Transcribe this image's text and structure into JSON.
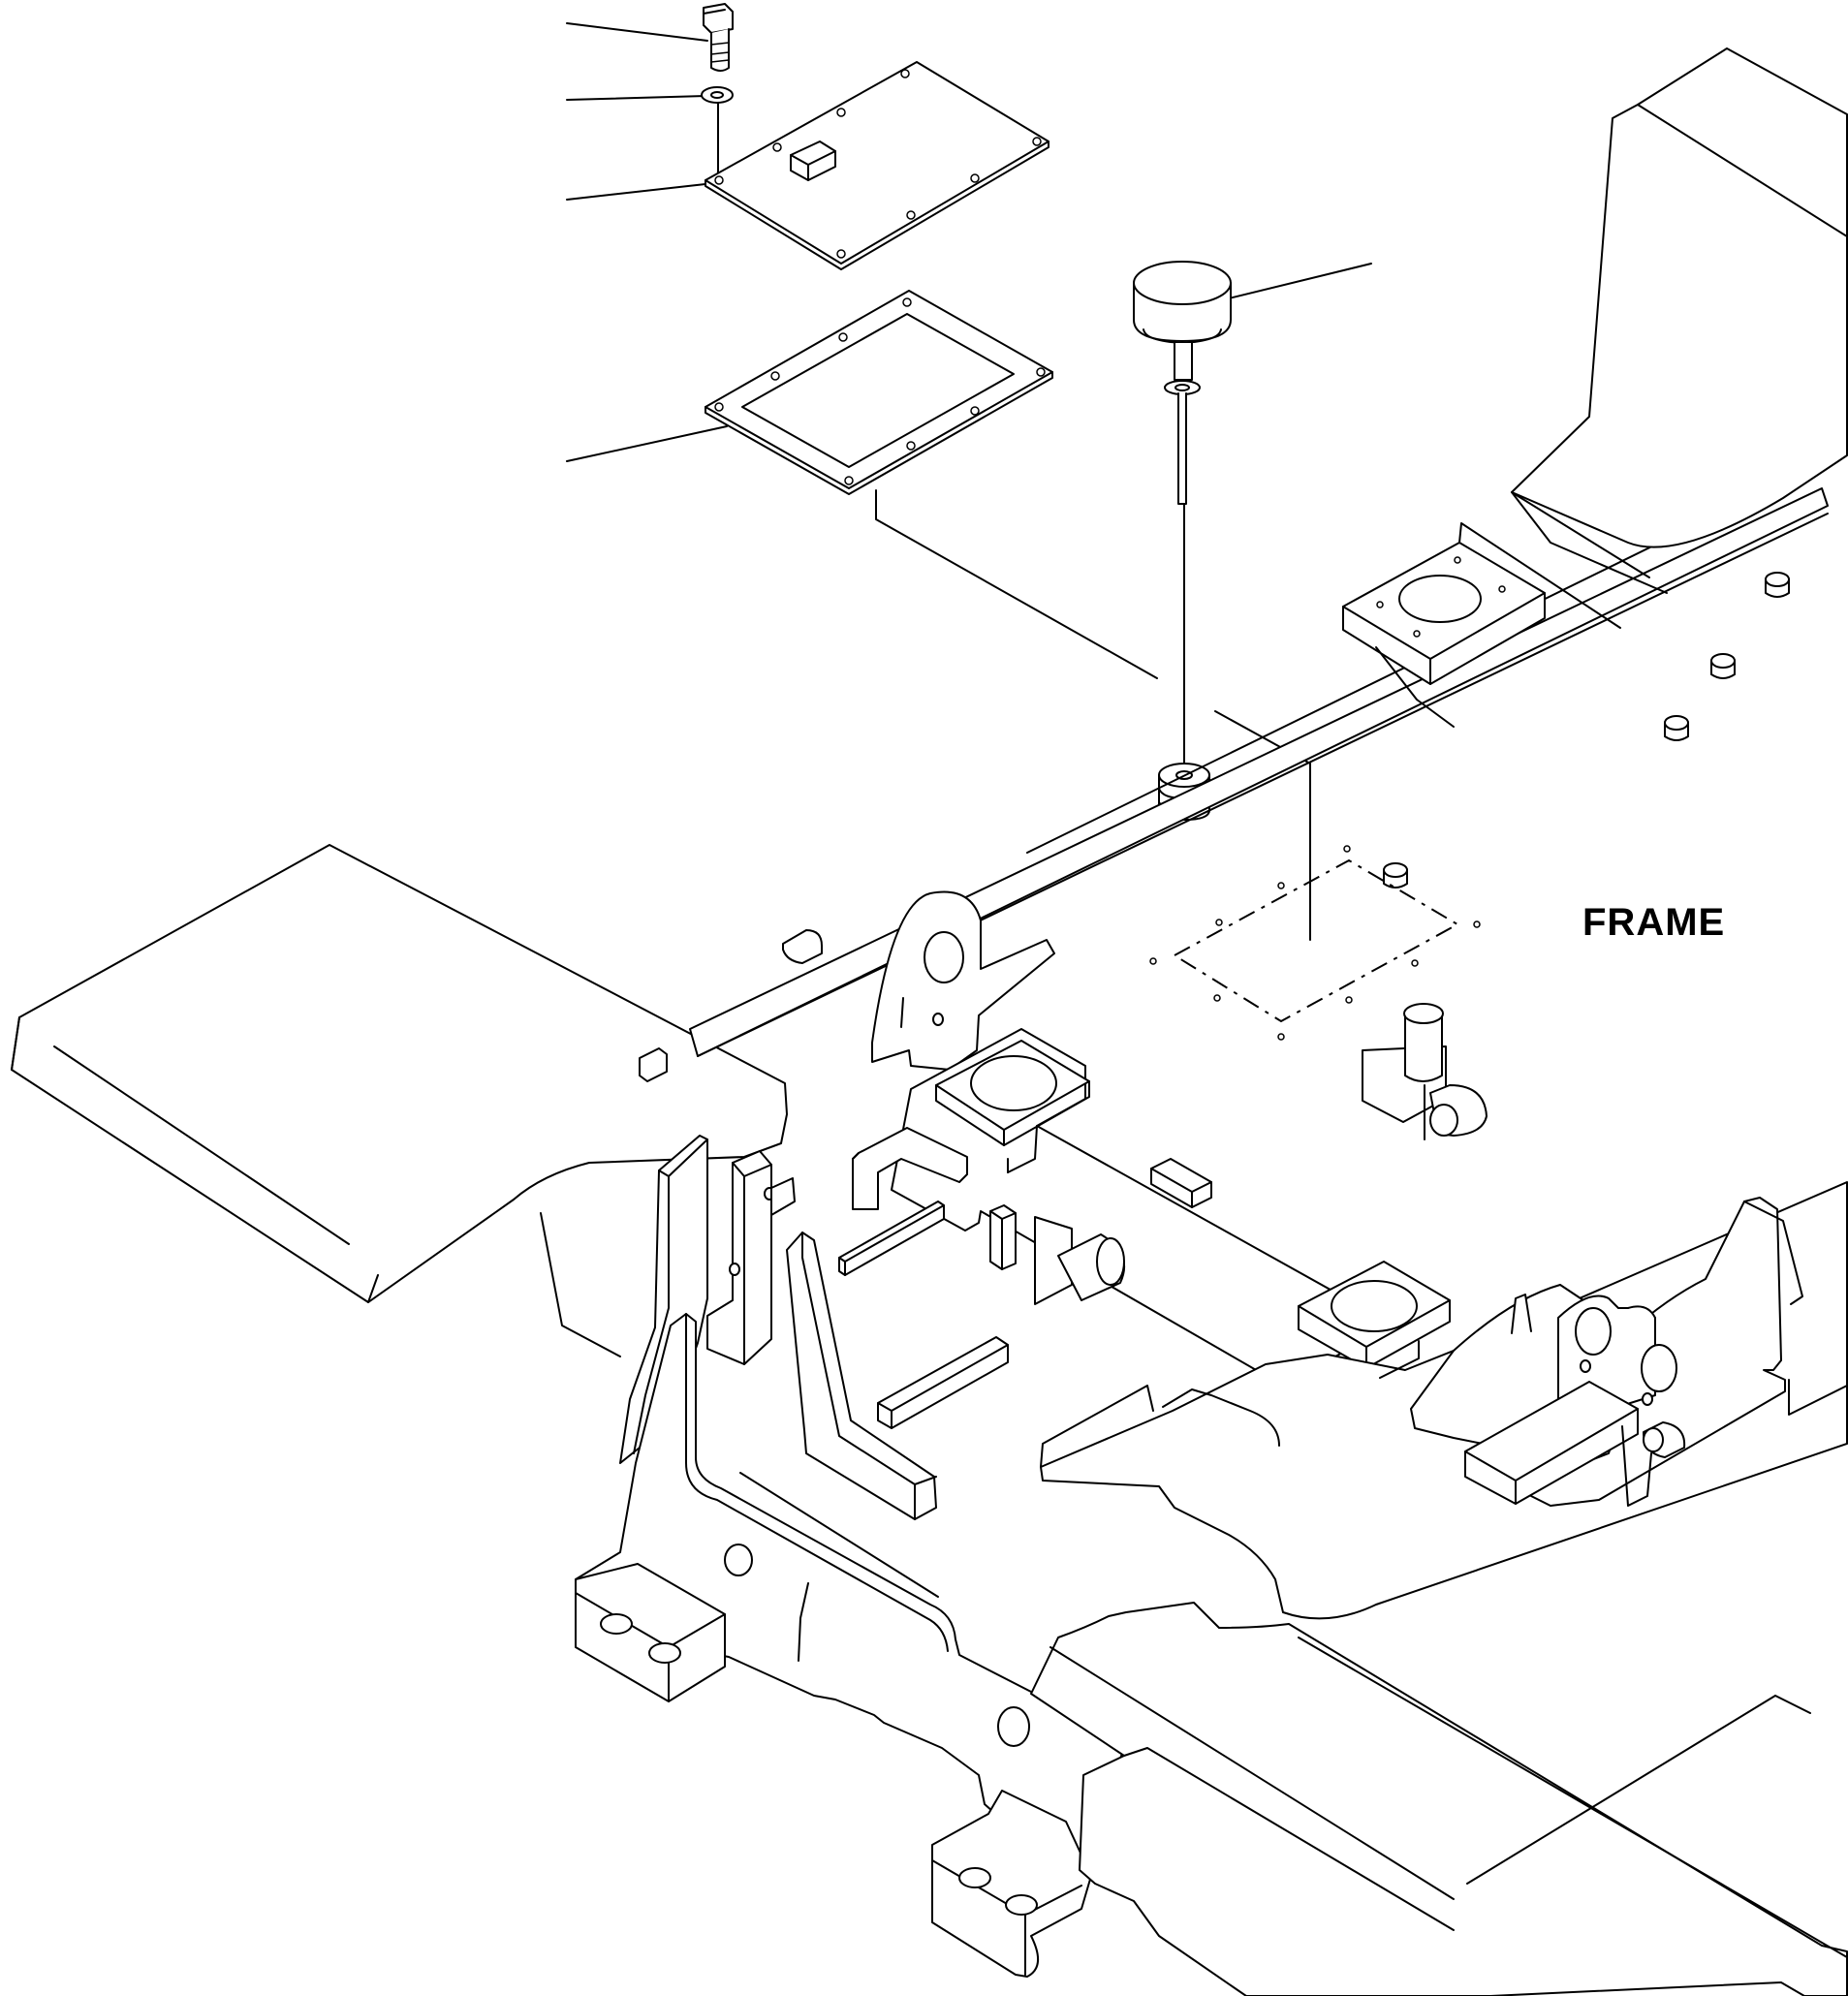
{
  "diagram": {
    "label": "FRAME",
    "line_color": "#000000",
    "background_color": "#ffffff",
    "parts": [
      "bolt",
      "washer",
      "cover-plate",
      "gasket",
      "breather-cap",
      "grommet",
      "cover-mount-outline",
      "main-frame"
    ]
  }
}
